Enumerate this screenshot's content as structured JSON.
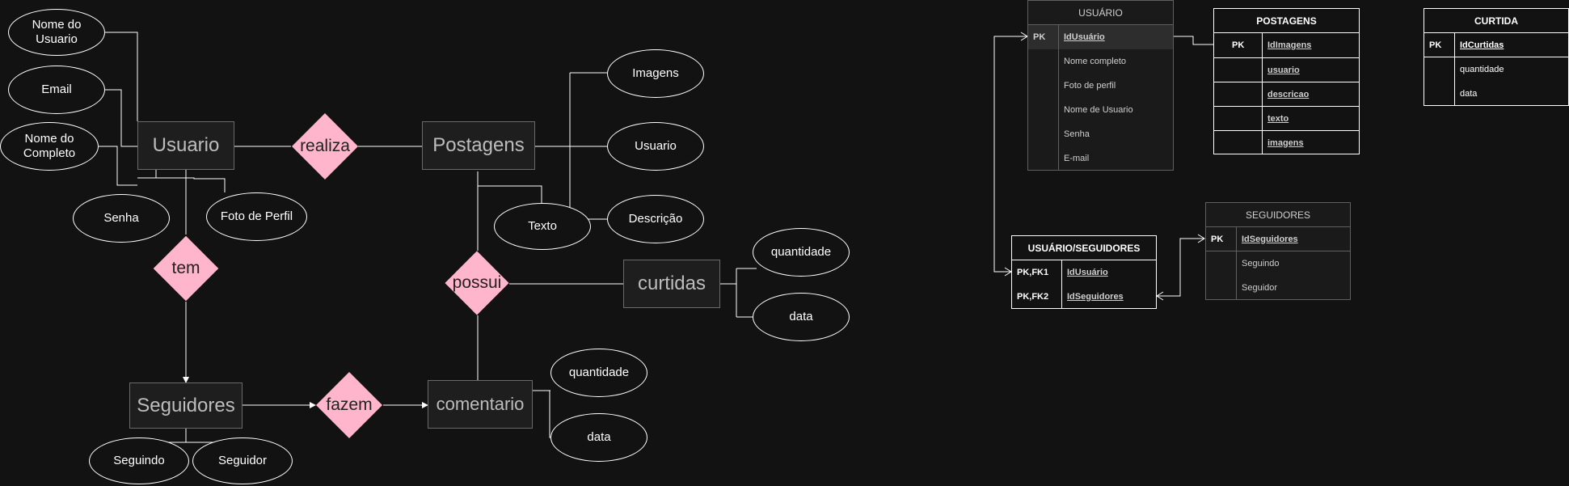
{
  "er_diagram": {
    "entities": {
      "usuario": "Usuario",
      "postagens": "Postagens",
      "seguidores": "Seguidores",
      "comentario": "comentario",
      "curtidas": "curtidas"
    },
    "relationships": {
      "realiza": "realiza",
      "tem": "tem",
      "possui": "possui",
      "fazem": "fazem"
    },
    "attributes": {
      "nome_do_usuario": "Nome do\nUsuario",
      "email": "Email",
      "nome_do_completo": "Nome do\nCompleto",
      "senha": "Senha",
      "foto_de_perfil": "Foto de Perfil",
      "imagens": "Imagens",
      "usuario": "Usuario",
      "descricao": "Descrição",
      "texto": "Texto",
      "curtidas_quantidade": "quantidade",
      "curtidas_data": "data",
      "seguindo": "Seguindo",
      "seguidor": "Seguidor",
      "comentario_quantidade": "quantidade",
      "comentario_data": "data"
    }
  },
  "tables": {
    "usuario": {
      "title": "USUÁRIO",
      "pk_label": "PK",
      "pk_field": "IdUsuário",
      "fields": [
        "Nome completo",
        "Foto de perfil",
        "Nome de Usuario",
        "Senha",
        "E-mail"
      ]
    },
    "postagens": {
      "title": "POSTAGENS",
      "pk_label": "PK",
      "fields": [
        "IdImagens",
        "usuario",
        "descricao",
        "texto",
        "imagens"
      ]
    },
    "curtida": {
      "title": "CURTIDA",
      "pk_label": "PK",
      "pk_field": "IdCurtidas",
      "fields": [
        "quantidade",
        "data"
      ]
    },
    "usuario_seguidores": {
      "title": "USUÁRIO/SEGUIDORES",
      "rows": [
        {
          "key": "PK,FK1",
          "field": "IdUsuário"
        },
        {
          "key": "PK,FK2",
          "field": "IdSeguidores"
        }
      ]
    },
    "seguidores": {
      "title": "SEGUIDORES",
      "pk_label": "PK",
      "pk_field": "IdSeguidores",
      "fields": [
        "Seguindo",
        "Seguidor"
      ]
    }
  },
  "colors": {
    "background": "#121212",
    "relationship_fill": "#ffb5cc",
    "entity_fill": "#1e1e1e",
    "entity_border": "#6a6a6a"
  }
}
